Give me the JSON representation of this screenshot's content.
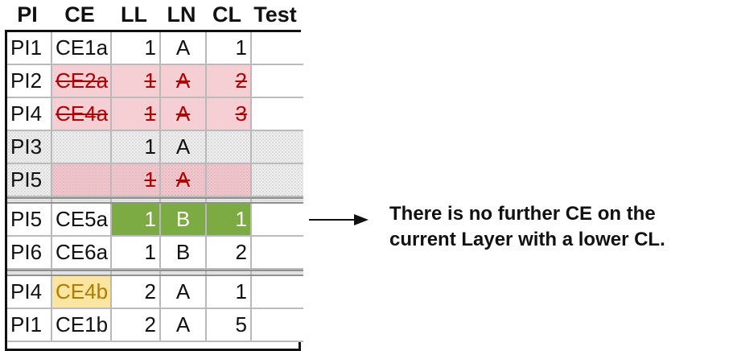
{
  "table": {
    "headers": [
      "PI",
      "CE",
      "LL",
      "LN",
      "CL",
      "Test"
    ],
    "rows": [
      {
        "pi": "PI1",
        "ce": "CE1a",
        "ll": "1",
        "ln": "A",
        "cl": "1",
        "test": ""
      },
      {
        "pi": "PI2",
        "ce": "CE2a",
        "ll": "1",
        "ln": "A",
        "cl": "2",
        "test": ""
      },
      {
        "pi": "PI4",
        "ce": "CE4a",
        "ll": "1",
        "ln": "A",
        "cl": "3",
        "test": ""
      },
      {
        "pi": "PI3",
        "ce": "",
        "ll": "1",
        "ln": "A",
        "cl": "",
        "test": ""
      },
      {
        "pi": "PI5",
        "ce": "",
        "ll": "1",
        "ln": "A",
        "cl": "",
        "test": ""
      },
      {
        "pi": "PI5",
        "ce": "CE5a",
        "ll": "1",
        "ln": "B",
        "cl": "1",
        "test": ""
      },
      {
        "pi": "PI6",
        "ce": "CE6a",
        "ll": "1",
        "ln": "B",
        "cl": "2",
        "test": ""
      },
      {
        "pi": "PI4",
        "ce": "CE4b",
        "ll": "2",
        "ln": "A",
        "cl": "1",
        "test": ""
      },
      {
        "pi": "PI1",
        "ce": "CE1b",
        "ll": "2",
        "ln": "A",
        "cl": "5",
        "test": ""
      }
    ]
  },
  "annotation": {
    "text": "There is no further CE on the\ncurrent Layer with a lower CL."
  },
  "colors": {
    "strike_red": "#b00000",
    "pink_fill": "#f6cfd5",
    "green_fill": "#7cab43",
    "yellow_fill": "#fbe6a1"
  }
}
